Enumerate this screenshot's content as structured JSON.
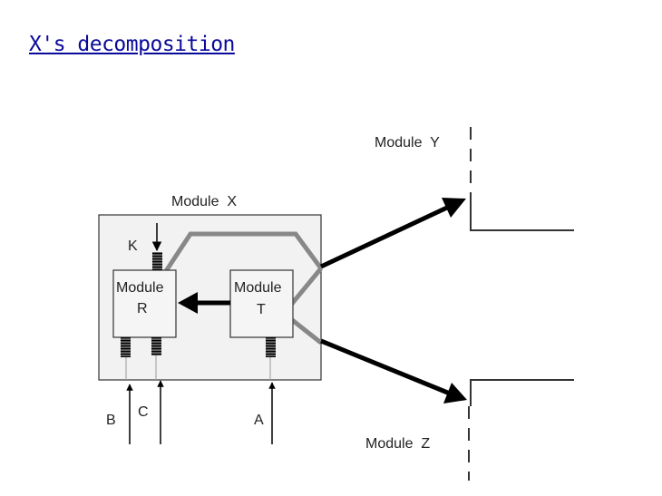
{
  "slide": {
    "title": "X's decomposition"
  },
  "diagram": {
    "module_x_label": "Module  X",
    "module_y_label": "Module  Y",
    "module_z_label": "Module  Z",
    "module_r": {
      "line1": "Module",
      "line2": "R"
    },
    "module_t": {
      "line1": "Module",
      "line2": "T"
    },
    "inputs": {
      "k": "K",
      "b": "B",
      "c": "C",
      "a": "A"
    }
  }
}
